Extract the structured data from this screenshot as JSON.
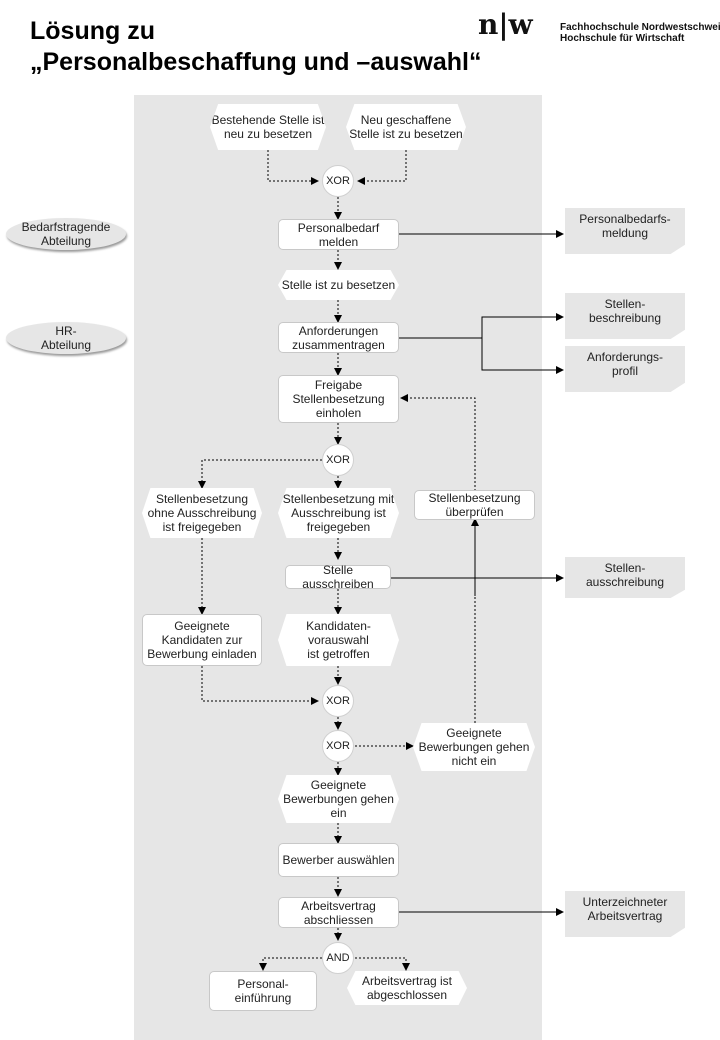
{
  "header": {
    "title_line1": "Lösung zu",
    "title_line2": "„Personalbeschaffung und –auswahl“"
  },
  "logo": {
    "mark": "n|w",
    "line1": "Fachhochschule Nordwestschweiz",
    "line2": "Hochschule für Wirtschaft"
  },
  "roles": {
    "bedarf": "Bedarfstragende Abteilung",
    "hr": "HR-\nAbteilung"
  },
  "flow": {
    "ev_bestehende": "Bestehende Stelle ist neu zu besetzen",
    "ev_neu": "Neu geschaffene Stelle ist zu besetzen",
    "xor1": "XOR",
    "fn_bedarf": "Personalbedarf melden",
    "ev_stelle": "Stelle ist zu besetzen",
    "fn_anforderungen": "Anforderungen zusammentragen",
    "fn_freigabe": "Freigabe Stellenbesetzung einholen",
    "xor2": "XOR",
    "ev_ohne": "Stellenbesetzung ohne Ausschreibung ist freigegeben",
    "ev_mit": "Stellenbesetzung mit Ausschreibung ist freigegeben",
    "fn_ueberpruefen": "Stellenbesetzung überprüfen",
    "fn_ausschreiben": "Stelle ausschreiben",
    "fn_einladen": "Geeignete Kandidaten zur Bewerbung einladen",
    "ev_vorauswahl": "Kandidaten-\nvorauswahl\nist getroffen",
    "xor3": "XOR",
    "xor4": "XOR",
    "ev_nichtein": "Geeignete Bewerbungen gehen nicht ein",
    "ev_gehenein": "Geeignete Bewerbungen gehen ein",
    "fn_auswaehlen": "Bewerber auswählen",
    "fn_vertrag": "Arbeitsvertrag abschliessen",
    "and": "AND",
    "fn_einfuehrung": "Personal-\neinführung",
    "ev_abgeschlossen": "Arbeitsvertrag ist abgeschlossen"
  },
  "documents": {
    "meldung": "Personalbedarfs-\nmeldung",
    "beschreibung": "Stellen-\nbeschreibung",
    "profil": "Anforderungs-\nprofil",
    "ausschreibung": "Stellen-\nausschreibung",
    "vertrag": "Unterzeichneter Arbeitsvertrag"
  }
}
